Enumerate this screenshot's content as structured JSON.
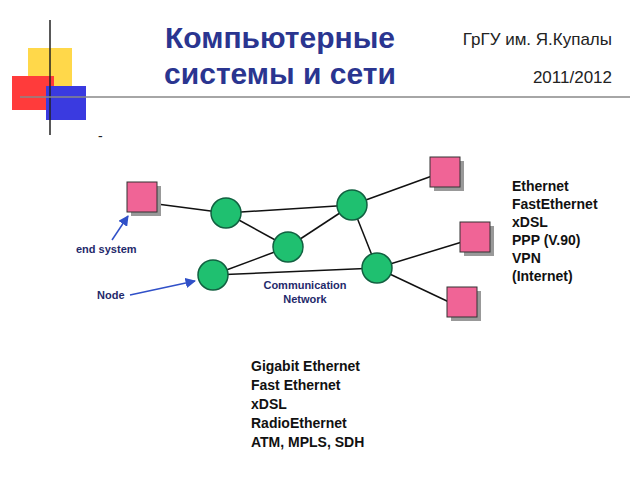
{
  "diagram": {
    "title": "Компьютерные системы и сети",
    "nodes": [
      {
        "text": [
          "Communication Network"
        ]
      }
    ],
    "labels": [
      "ГрГУ им. Я.Купалы",
      "2011/2012",
      "-",
      "end system",
      "Node",
      "Ethernet",
      "FastEthernet",
      "xDSL",
      "PPP (V.90)",
      "VPN",
      "(Internet)",
      "Gigabit Ethernet",
      "Fast Ethernet",
      "xDSL",
      "RadioEthernet",
      "ATM, MPLS, SDH"
    ]
  }
}
